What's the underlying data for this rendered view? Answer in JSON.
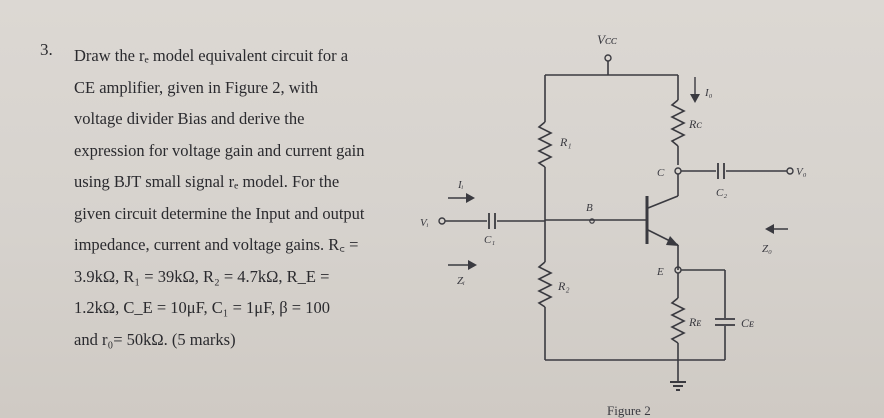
{
  "question": {
    "number": "3.",
    "lines": [
      "Draw the rₑ model equivalent circuit for a",
      "CE amplifier, given in Figure 2, with",
      "voltage divider Bias and derive the",
      "expression for voltage gain and current gain",
      "using BJT small signal rₑ model. For the",
      "given circuit determine the Input and output",
      "impedance, current and voltage gains. R꜀ =",
      "3.9kΩ, R₁ = 39kΩ, R₂ = 4.7kΩ, R_E =",
      "1.2kΩ, C_E = 10μF, C₁ = 1μF, β = 100",
      "and r₀= 50kΩ. (5 marks)"
    ]
  },
  "figure": {
    "caption": "Figure 2",
    "labels": {
      "vcc": "Vᴄᴄ",
      "r1": "R₁",
      "r2": "R₂",
      "rc": "Rᴄ",
      "re": "Rᴇ",
      "ce": "Cᴇ",
      "c1": "C₁",
      "c2": "C₂",
      "vi": "Vᵢ",
      "vo": "V₀",
      "ii": "Iᵢ",
      "io": "I₀",
      "zi": "Zᵢ",
      "zo": "Z₀",
      "b": "B",
      "c": "C",
      "e": "E"
    }
  }
}
